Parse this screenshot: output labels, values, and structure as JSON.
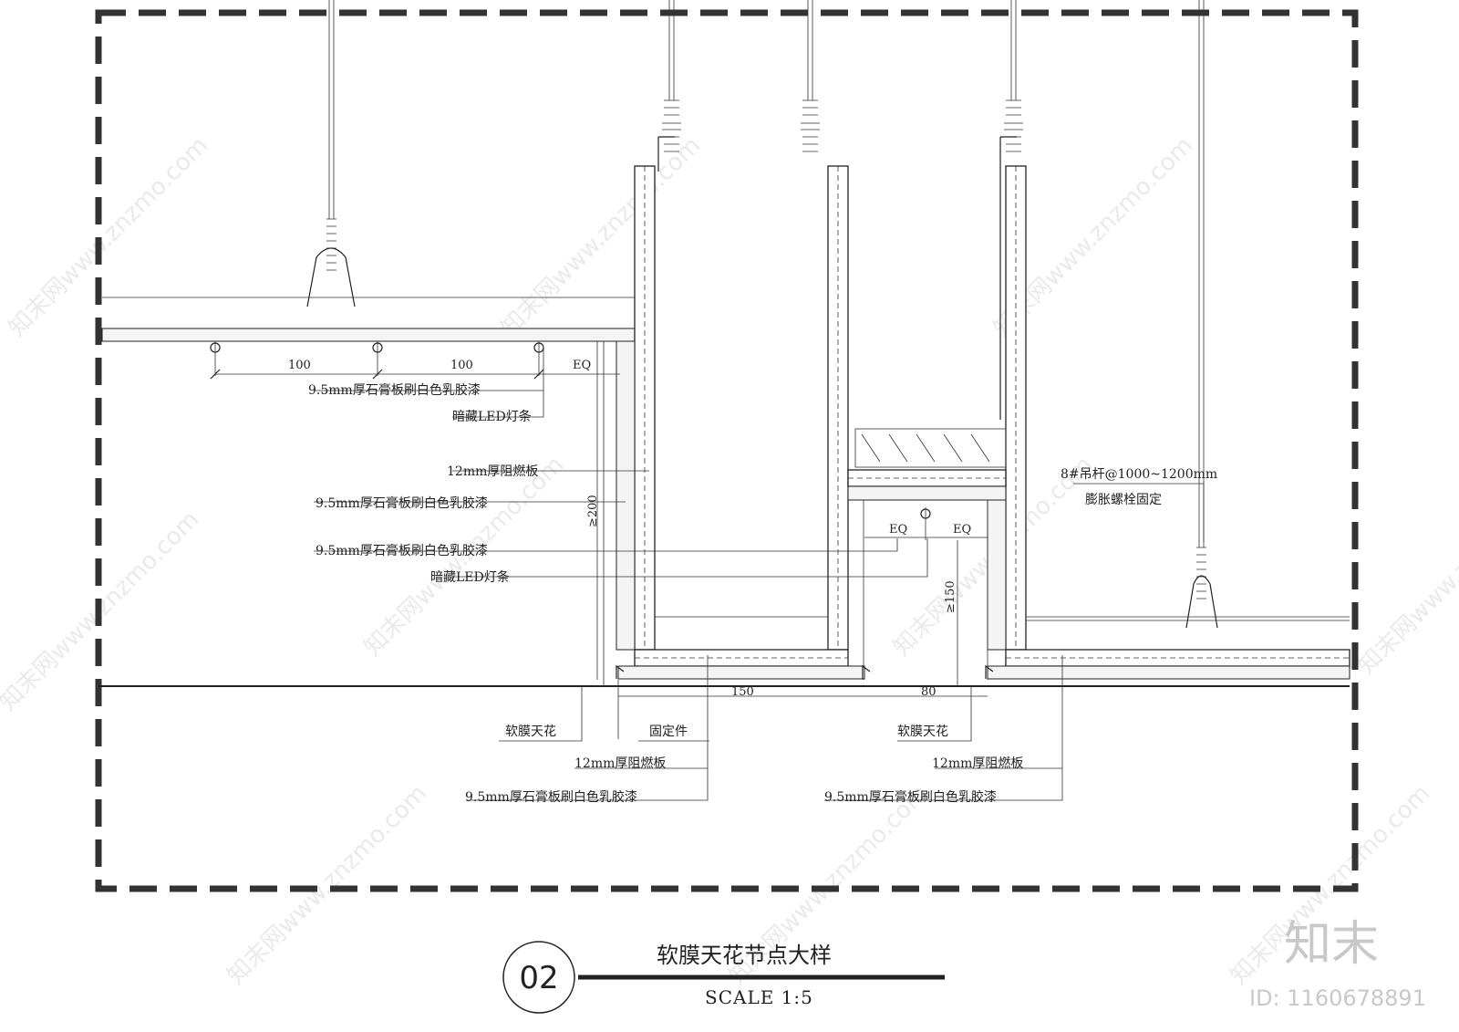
{
  "drawing": {
    "number": "02",
    "title": "软膜天花节点大样",
    "scale": "SCALE  1:5"
  },
  "dimensions": {
    "d100_left": "100",
    "d100_right": "100",
    "eq_top": "EQ",
    "eq_mid_left": "EQ",
    "eq_mid_right": "EQ",
    "min200": "≥200",
    "min150": "≥150",
    "d150": "150",
    "d80": "80"
  },
  "labels": {
    "gypsum_top": "9.5mm厚石膏板刷白色乳胶漆",
    "led_top": "暗藏LED灯条",
    "fire_board": "12mm厚阻燃板",
    "gypsum_side": "9.5mm厚石膏板刷白色乳胶漆",
    "gypsum_mid": "9.5mm厚石膏板刷白色乳胶漆",
    "led_mid": "暗藏LED灯条",
    "hanger_rod": "8#吊杆@1000~1200mm",
    "expansion_bolt": "膨胀螺栓固定",
    "soft_film_left": "软膜天花",
    "fixing_part": "固定件",
    "fire_board_bottom_left": "12mm厚阻燃板",
    "gypsum_bottom_left": "9.5mm厚石膏板刷白色乳胶漆",
    "soft_film_right": "软膜天花",
    "fire_board_bottom_right": "12mm厚阻燃板",
    "gypsum_bottom_right": "9.5mm厚石膏板刷白色乳胶漆"
  },
  "watermark": {
    "brand": "知末",
    "id": "ID: 1160678891",
    "pattern": "知末网www.znzmo.com"
  },
  "colors": {
    "line": "#222222",
    "watermark": "#c8c8c8"
  }
}
